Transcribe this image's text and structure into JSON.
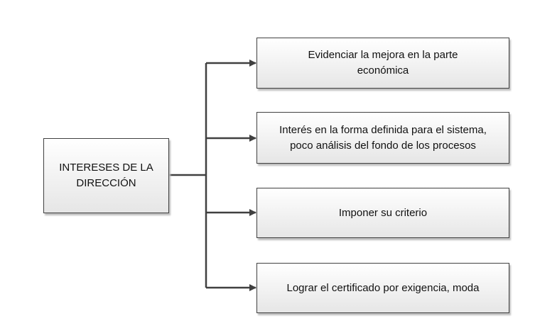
{
  "root": {
    "label": "INTERESES DE LA DIRECCIÓN"
  },
  "items": [
    {
      "label": "Evidenciar la mejora en la parte económica"
    },
    {
      "label": "Interés en la forma definida para el sistema, poco análisis del fondo de los procesos"
    },
    {
      "label": "Imponer su criterio"
    },
    {
      "label": "Lograr el certificado por exigencia, moda"
    }
  ],
  "colors": {
    "line": "#404040",
    "border": "#404040"
  }
}
